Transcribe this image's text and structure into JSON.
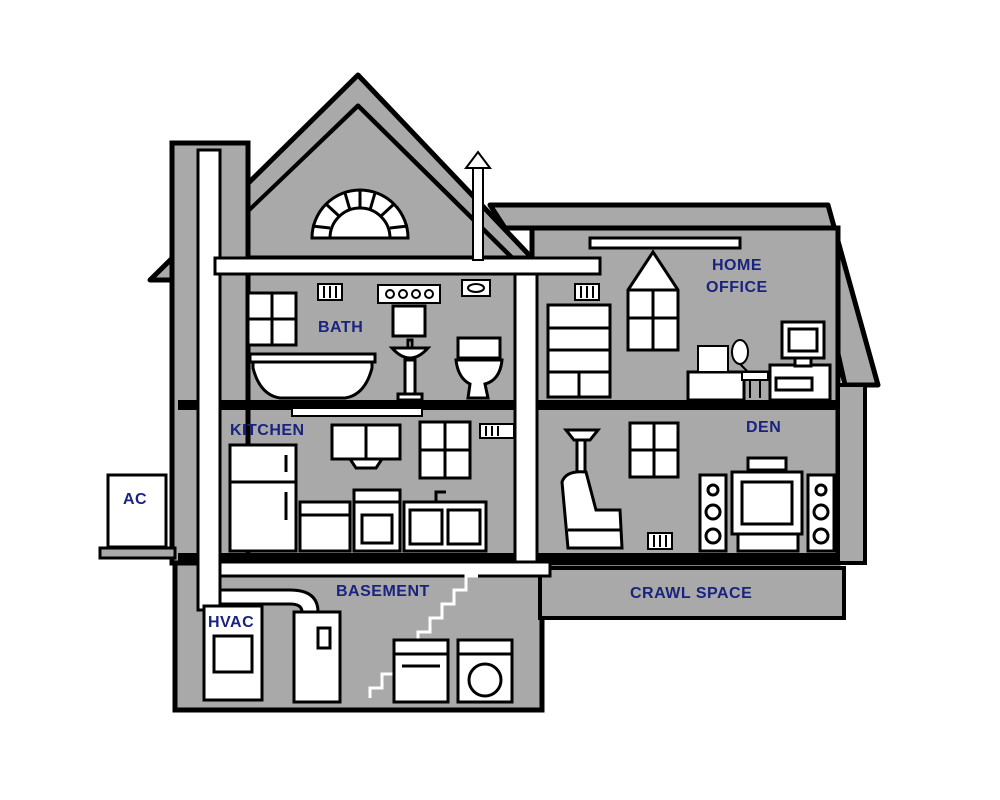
{
  "colors": {
    "outline": "#000000",
    "wall": "#a9a9a9",
    "duct": "#ffffff",
    "label": "#1a237e"
  },
  "labels": {
    "bath": "BATH",
    "home_office_line1": "HOME",
    "home_office_line2": "OFFICE",
    "kitchen": "KITCHEN",
    "den": "DEN",
    "ac": "AC",
    "basement": "BASEMENT",
    "crawl_space": "CRAWL SPACE",
    "hvac": "HVAC"
  },
  "icons": [
    "arched-window-icon",
    "window-icon",
    "vent-icon",
    "bathtub-icon",
    "sink-icon",
    "toilet-icon",
    "mirror-icon",
    "refrigerator-icon",
    "stove-icon",
    "dishwasher-icon",
    "cabinet-icon",
    "bookshelf-icon",
    "desk-icon",
    "computer-icon",
    "lamp-icon",
    "armchair-icon",
    "tv-icon",
    "speaker-icon",
    "ac-unit-icon",
    "furnace-icon",
    "water-heater-icon",
    "washer-icon",
    "dryer-icon",
    "stairs-icon",
    "chimney-icon",
    "exhaust-pipe-icon",
    "thermostat-icon"
  ]
}
